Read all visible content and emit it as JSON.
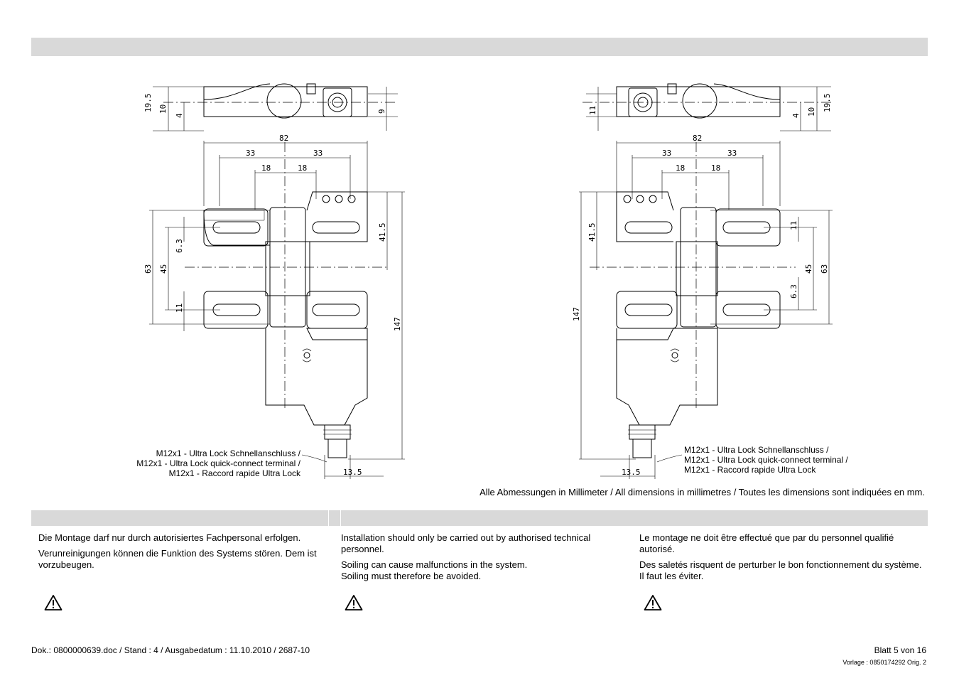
{
  "drawing": {
    "dims_top": [
      "19.5",
      "10",
      "4",
      "9"
    ],
    "dims_top_right": [
      "11",
      "4",
      "10",
      "19.5"
    ],
    "dims_width": "82",
    "dims_33": "33",
    "dims_18": "18",
    "dims_41_5": "41.5",
    "dims_6_3": "6.3",
    "dims_45": "45",
    "dims_63": "63",
    "dims_11": "11",
    "dims_147": "147",
    "dims_13_5": "13.5",
    "callout_left": [
      "M12x1 - Ultra Lock Schnellanschluss /",
      "M12x1 - Ultra Lock quick-connect terminal /",
      "M12x1 - Raccord rapide Ultra Lock"
    ],
    "callout_right": [
      "M12x1 - Ultra Lock Schnellanschluss /",
      "M12x1 - Ultra Lock quick-connect terminal /",
      "M12x1 - Raccord rapide Ultra Lock"
    ],
    "dimensions_note": "Alle Abmessungen in Millimeter / All dimensions in millimetres / Toutes les dimensions sont indiquées en mm."
  },
  "notes": {
    "de": {
      "p1": "Die Montage darf nur durch autorisiertes Fachpersonal erfolgen.",
      "p2": "Verunreinigungen können die Funktion des Systems stören. Dem ist vorzubeugen."
    },
    "en": {
      "p1": "Installation should only be carried out by authorised technical personnel.",
      "p2a": "Soiling can cause malfunctions in the system.",
      "p2b": "Soiling must therefore be avoided."
    },
    "fr": {
      "p1": "Le montage ne doit être effectué que par du personnel qualifié autorisé.",
      "p2": "Des saletés risquent de perturber le bon fonctionnement du système. Il faut les éviter."
    }
  },
  "footer": {
    "doc": "Dok.: 0800000639.doc / Stand : 4 / Ausgabedatum : 11.10.2010 / 2687-10",
    "page": "Blatt 5 von 16",
    "template": "Vorlage : 0850174292 Orig. 2"
  }
}
